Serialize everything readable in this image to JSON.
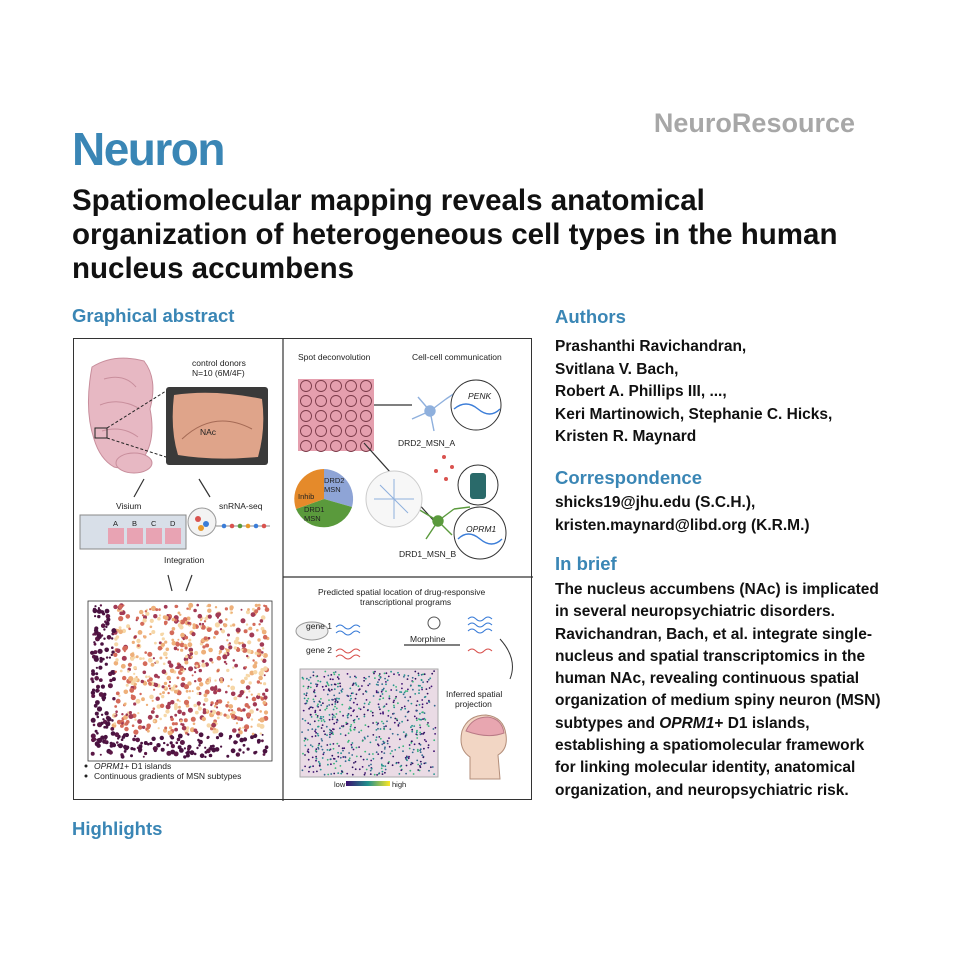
{
  "header": {
    "journal": "Neuron",
    "section": "NeuroResource"
  },
  "title": "Spatiomolecular mapping reveals anatomical organization of heterogeneous cell types in the human nucleus accumbens",
  "graphical_abstract": {
    "heading": "Graphical abstract",
    "panel_donors": {
      "line1": "control donors",
      "line2": "N=10 (6M/4F)",
      "region": "NAc"
    },
    "visium": "Visium",
    "snrnaseq": "snRNA-seq",
    "visium_letters": [
      "A",
      "B",
      "C",
      "D"
    ],
    "integration": "Integration",
    "spot_deconvolution": "Spot deconvolution",
    "cell_cell_communication": "Cell-cell communication",
    "penk": "PENK",
    "drd2_msn_a": "DRD2_MSN_A",
    "drd1_msn_b": "DRD1_MSN_B",
    "oprm1": "OPRM1",
    "pie": {
      "inhib": "Inhib",
      "drd2": "DRD2 MSN",
      "drd1": "DRD1 MSN"
    },
    "predicted_title_1": "Predicted spatial location of drug-responsive",
    "predicted_title_2": "transcriptional programs",
    "gene1": "gene 1",
    "gene2": "gene 2",
    "morphine": "Morphine",
    "inferred_1": "Inferred spatial",
    "inferred_2": "projection",
    "scale_low": "low",
    "scale_high": "high",
    "bullet1_italic": "OPRM1",
    "bullet1_rest": "+ D1 islands",
    "bullet2": "Continuous gradients of MSN subtypes",
    "colors": {
      "accent": "#3a86b5",
      "tissue_pink": "#e2a3b1",
      "heat_dark": "#4a1240",
      "heat_light": "#f2c890",
      "drd2_green": "#5a9a3c",
      "inhib_orange": "#e58a2a",
      "drd2_blue": "#8ea4d6"
    }
  },
  "highlights": {
    "heading": "Highlights"
  },
  "authors": {
    "heading": "Authors",
    "lines": [
      "Prashanthi Ravichandran,",
      "Svitlana V. Bach,",
      "Robert A. Phillips III, ...,",
      "Keri Martinowich, Stephanie C. Hicks,",
      "Kristen R. Maynard"
    ]
  },
  "correspondence": {
    "heading": "Correspondence",
    "lines": [
      "shicks19@jhu.edu (S.C.H.),",
      "kristen.maynard@libd.org (K.R.M.)"
    ]
  },
  "in_brief": {
    "heading": "In brief",
    "part1": "The nucleus accumbens (NAc) is implicated in several neuropsychiatric disorders. Ravichandran, Bach, et al. integrate single-nucleus and spatial transcriptomics in the human NAc, revealing continuous spatial organization of medium spiny neuron (MSN) subtypes and ",
    "italic": "OPRM1",
    "part2": "+ D1 islands, establishing a spatiomolecular framework for linking molecular identity, anatomical organization, and neuropsychiatric risk."
  }
}
